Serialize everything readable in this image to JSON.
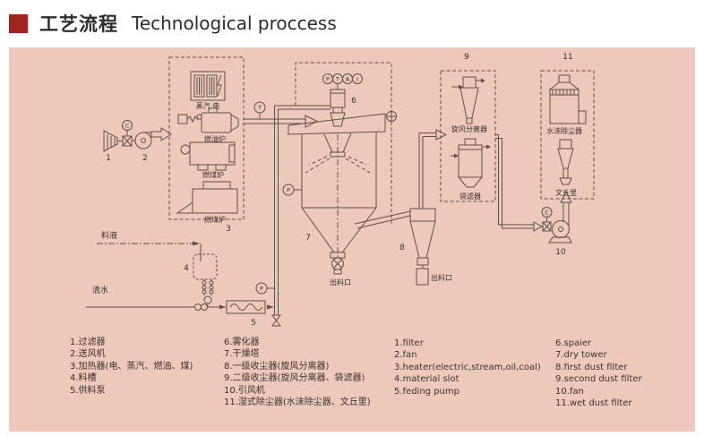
{
  "header": {
    "title_zh": "工艺流程",
    "title_en": "Technological proccess"
  },
  "colors": {
    "accent_red": "#a0241f",
    "panel_bg": "#ecc9bb",
    "line": "#5f5148",
    "text": "#3a332e",
    "title_text": "#2e2b29"
  },
  "diagram": {
    "instruments": {
      "p": "P",
      "t": "T",
      "a": "A",
      "i": "I",
      "c": "C"
    },
    "numbers": {
      "n1": "1",
      "n2": "2",
      "n3": "3",
      "n4": "4",
      "n5": "5",
      "n6": "6",
      "n7": "7",
      "n8": "8",
      "n9": "9",
      "n10": "10",
      "n11": "11"
    },
    "labels": {
      "steam_electric": "蒸汽 电",
      "oil_furnace": "燃油炉",
      "coal_furnace_a": "燃煤炉",
      "coal_furnace_b": "燃煤炉",
      "feed_liquid": "料液",
      "clean_water": "清水",
      "tower_outlet": "出料口",
      "cyclone_outlet": "出料口",
      "cyclone_separator": "旋风分离器",
      "bag_filter": "袋滤器",
      "water_mist_collector": "水沫除尘器",
      "venturi": "文丘里"
    }
  },
  "legend": {
    "zh_1_5": [
      "1.过滤器",
      "2.送风机",
      "3.加热器(电、蒸汽、燃油、煤)",
      "4.料槽",
      "5.供料泵"
    ],
    "zh_6_11": [
      "6.雾化器",
      "7.干燥塔",
      "8.一级收尘器(旋风分离器)",
      "9.二级收尘器(旋风分离器、袋滤器)",
      "10.引风机",
      "11.湿式除尘器(水沫除尘器、文丘里)"
    ],
    "en_1_5": [
      "1.filter",
      "2.fan",
      "3.heater(electric,stream,oil,coal)",
      "4.material slot",
      "5.feding pump"
    ],
    "en_6_11": [
      "6.spaier",
      "7.dry tower",
      "8.first dust filter",
      "9.second dust filter",
      "10.fan",
      "11.wet dust filter"
    ]
  }
}
